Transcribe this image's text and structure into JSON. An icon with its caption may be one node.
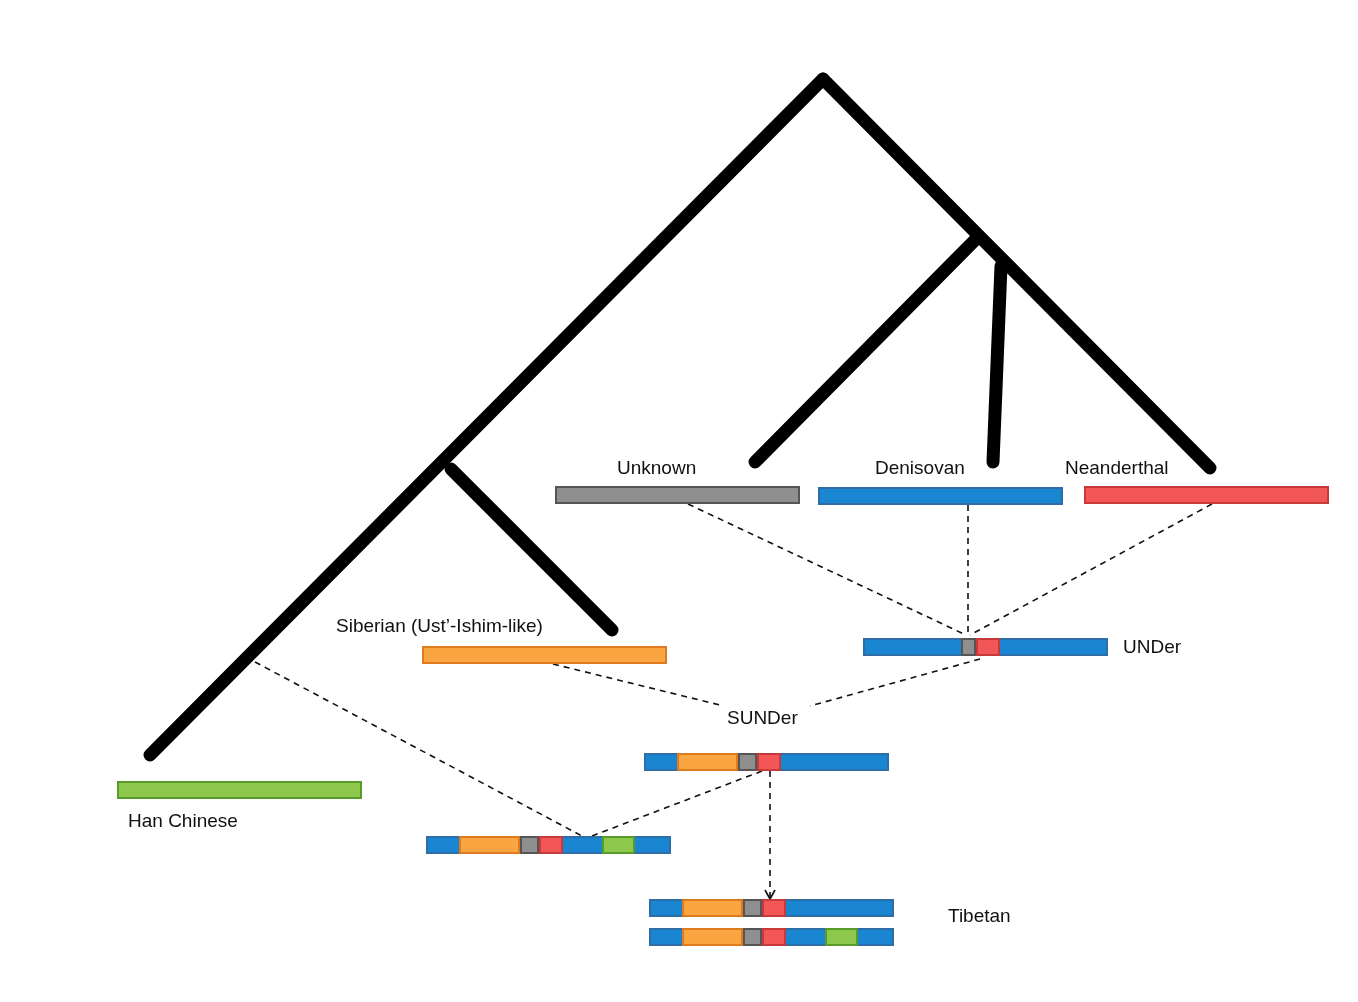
{
  "diagram": {
    "nodes": [
      {
        "text": [
          "Unknown"
        ]
      },
      {
        "text": [
          "Denisovan"
        ]
      },
      {
        "text": [
          "Neanderthal"
        ]
      },
      {
        "text": [
          "Siberian (Ust’-Ishim-like)"
        ]
      },
      {
        "text": [
          "Han Chinese"
        ]
      },
      {
        "text": [
          "UNDer"
        ]
      },
      {
        "text": [
          "SUNDer"
        ]
      },
      {
        "text": [],
        "shape": "bar"
      },
      {
        "text": [],
        "shape": "bar"
      },
      {
        "text": [],
        "shape": "bar"
      }
    ],
    "edges": [
      {
        "from": 0,
        "to": 5,
        "arrow": "none",
        "style": "dashed"
      },
      {
        "from": 1,
        "to": 5,
        "arrow": "none",
        "style": "dashed"
      },
      {
        "from": 2,
        "to": 5,
        "arrow": "none",
        "style": "dashed"
      },
      {
        "from": 3,
        "to": 6,
        "arrow": "none",
        "style": "dashed"
      },
      {
        "from": 5,
        "to": 6,
        "arrow": "none",
        "style": "dashed"
      },
      {
        "from": null,
        "to": 7,
        "arrow": "none",
        "style": "dashed"
      },
      {
        "from": 6,
        "to": 7,
        "arrow": "none",
        "style": "dashed"
      },
      {
        "from": 6,
        "to": 8,
        "arrow": "to",
        "style": "dashed"
      }
    ],
    "labels": [
      "Tibetan"
    ]
  }
}
